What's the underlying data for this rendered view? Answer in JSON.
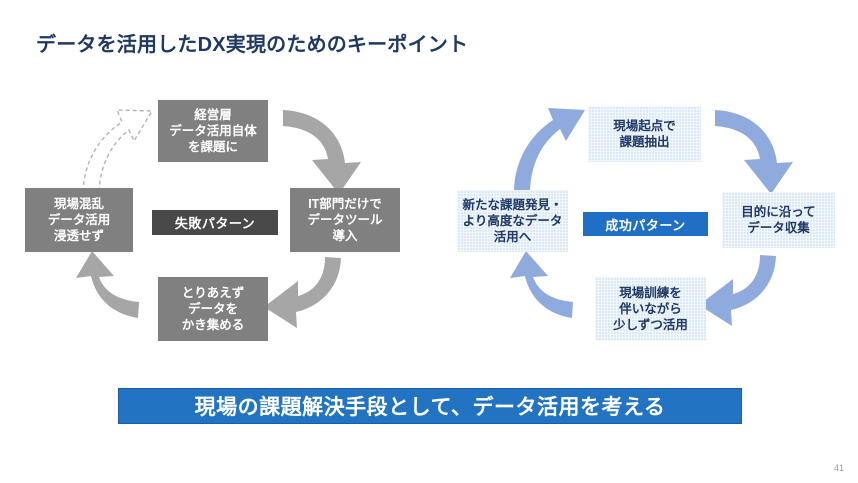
{
  "slide": {
    "title": "データを活用したDX実現のためのキーポイント",
    "page_number": "41",
    "colors": {
      "title_navy": "#1F3864",
      "gray_node": "#808080",
      "gray_arrow": "#A6A6A6",
      "fail_label_bg": "#494949",
      "blue_node": "#DCE9F7",
      "blue_arrow": "#8FAADC",
      "success_label_bg": "#1F6FC4",
      "banner_blue": "#2273C2"
    }
  },
  "failure_cycle": {
    "center_label": "失敗パターン",
    "nodes": [
      {
        "id": "top",
        "label": "経営層\nデータ活用自体\nを課題に"
      },
      {
        "id": "right",
        "label": "IT部門だけで\nデータツール\n導入"
      },
      {
        "id": "bottom",
        "label": "とりあえず\nデータを\nかき集める"
      },
      {
        "id": "left",
        "label": "現場混乱\nデータ活用\n浸透せず"
      }
    ],
    "arrows": [
      {
        "id": "top-to-right",
        "style": "solid",
        "icon": "curved-arrow-down-right-icon"
      },
      {
        "id": "right-to-bottom",
        "style": "solid",
        "icon": "curved-arrow-down-left-icon"
      },
      {
        "id": "bottom-to-left",
        "style": "solid",
        "icon": "curved-arrow-up-left-icon"
      },
      {
        "id": "left-to-top",
        "style": "dashed",
        "icon": "dashed-curved-arrow-up-right-icon"
      }
    ]
  },
  "success_cycle": {
    "center_label": "成功パターン",
    "nodes": [
      {
        "id": "top",
        "label": "現場起点で\n課題抽出"
      },
      {
        "id": "right",
        "label": "目的に沿って\nデータ収集"
      },
      {
        "id": "bottom",
        "label": "現場訓練を\n伴いながら\n少しずつ活用"
      },
      {
        "id": "left",
        "label": "新たな課題発見・\nより高度なデータ\n活用へ"
      }
    ],
    "arrows": [
      {
        "id": "top-to-right",
        "style": "solid",
        "icon": "curved-arrow-down-right-icon"
      },
      {
        "id": "right-to-bottom",
        "style": "solid",
        "icon": "curved-arrow-down-left-icon"
      },
      {
        "id": "bottom-to-left",
        "style": "solid",
        "icon": "curved-arrow-up-left-icon"
      },
      {
        "id": "left-to-top",
        "style": "solid",
        "icon": "curved-arrow-up-right-icon"
      }
    ]
  },
  "banner": {
    "text": "現場の課題解決手段として、データ活用を考える"
  }
}
